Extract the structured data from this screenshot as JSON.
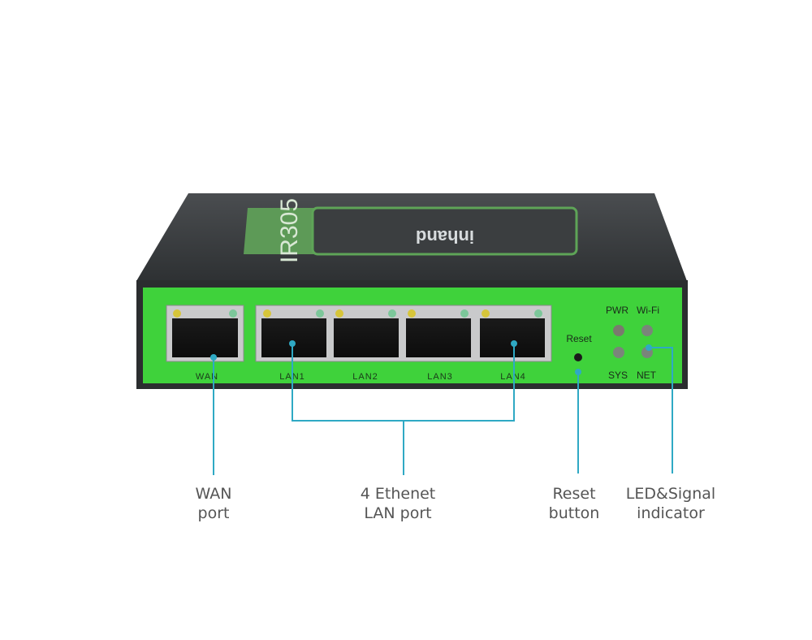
{
  "device": {
    "model": "IR305",
    "brand": "inhand",
    "ports": [
      "WAN",
      "LAN1",
      "LAN2",
      "LAN3",
      "LAN4"
    ],
    "reset_label": "Reset",
    "leds": [
      "PWR",
      "Wi-Fi",
      "SYS",
      "NET"
    ]
  },
  "callouts": [
    {
      "line1": "WAN",
      "line2": "port"
    },
    {
      "line1": "4 Ethenet",
      "line2": "LAN port"
    },
    {
      "line1": "Reset",
      "line2": "button"
    },
    {
      "line1": "LED&Signal",
      "line2": "indicator"
    }
  ],
  "colors": {
    "face": "#3fd23b",
    "body": "#3a3d3f",
    "callout": "#2fa9c4",
    "text": "#555555"
  }
}
